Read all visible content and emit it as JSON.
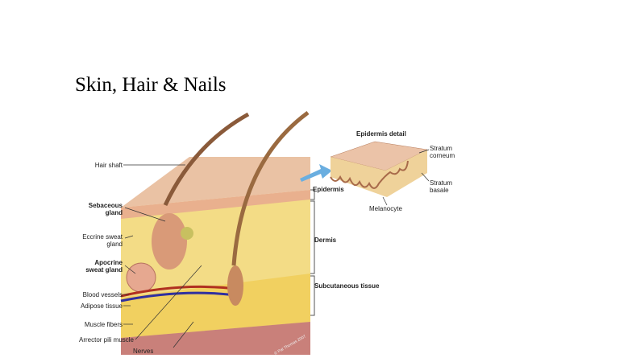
{
  "slide": {
    "title": "Skin, Hair & Nails"
  },
  "diagram": {
    "left_labels": [
      "Hair shaft",
      "Sebaceous\ngland",
      "Eccrine sweat\ngland",
      "Apocrine\nsweat gland",
      "Blood vessels",
      "Adipose tissue",
      "Muscle fibers",
      "Arrector pili muscle",
      "Nerves"
    ],
    "right_labels": [
      "Epidermis",
      "Dermis",
      "Subcutaneous tissue"
    ],
    "detail": {
      "title": "Epidermis detail",
      "labels": [
        "Stratum\ncorneum",
        "Stratum\nbasale",
        "Melanocyte"
      ]
    },
    "credit": "© Pat Thomas 2007"
  }
}
